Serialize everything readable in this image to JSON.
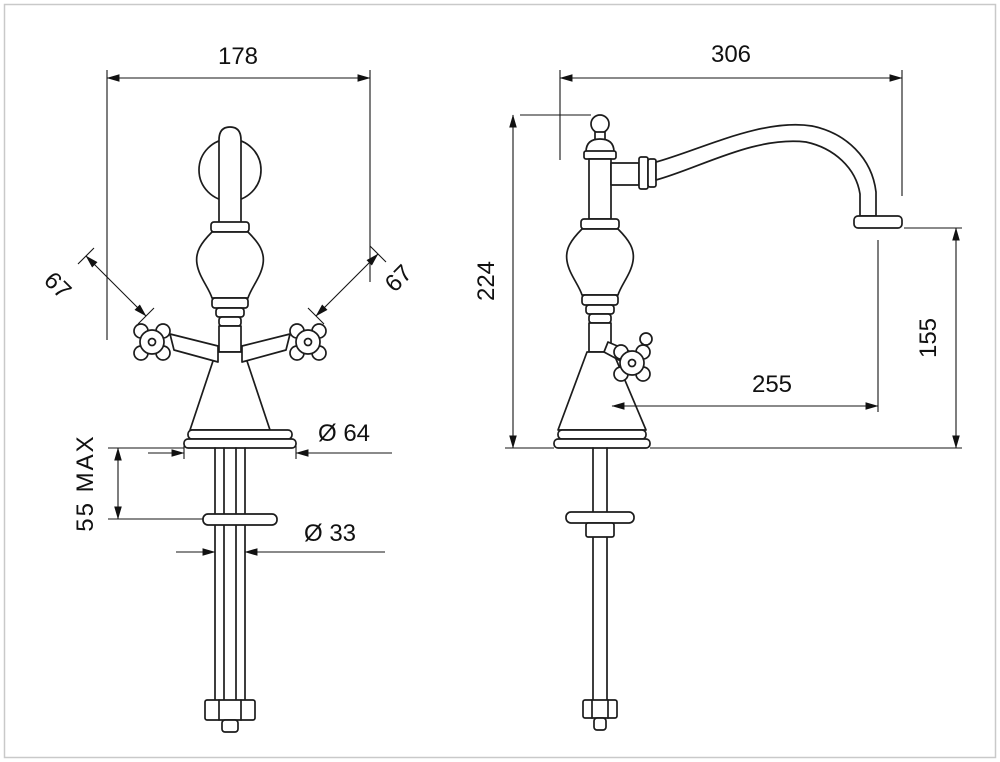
{
  "drawing": {
    "title": "faucet-dimensional-drawing",
    "front_view": {
      "width": "178",
      "handle_left": "67",
      "handle_right": "67",
      "base_diameter": "Ø 64",
      "shank_diameter": "Ø 33",
      "deck_max": "55 MAX"
    },
    "side_view": {
      "reach": "306",
      "height": "224",
      "spout_height": "155",
      "spout_reach": "255"
    },
    "colors": {
      "line": "#1c1c1c",
      "dimension": "#151515",
      "background": "#ffffff",
      "border": "#c9c9c9"
    }
  }
}
